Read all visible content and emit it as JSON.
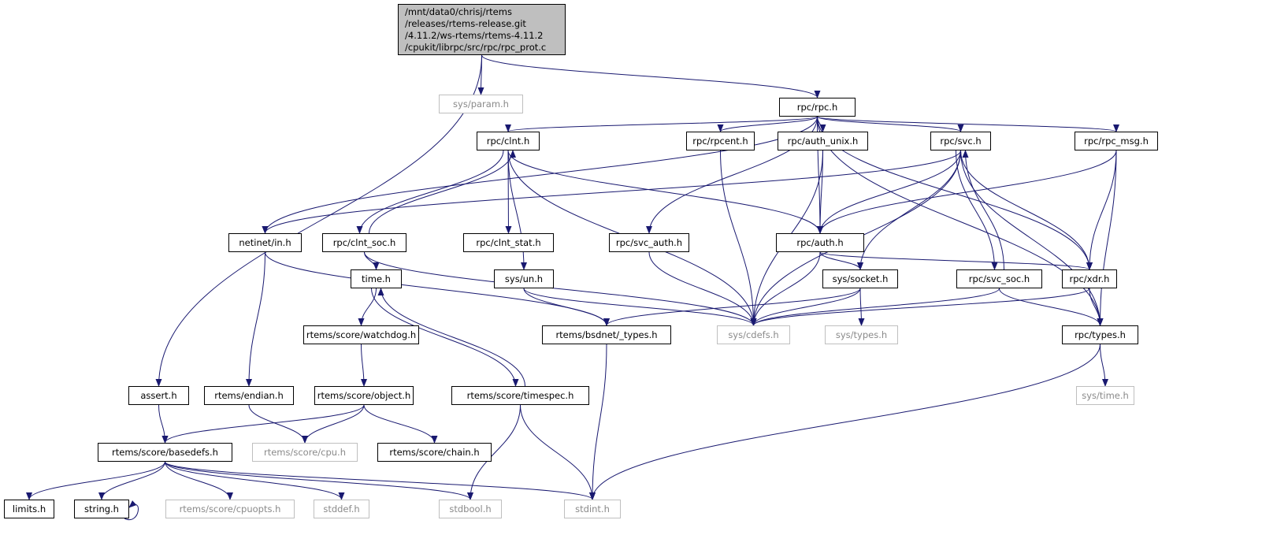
{
  "colors": {
    "edge": "#191970",
    "root_fill": "#bfbfbf",
    "external_border": "#bfbfbf"
  },
  "nodes": [
    {
      "id": "root",
      "label": "/mnt/data0/chrisj/rtems\n/releases/rtems-release.git\n/4.11.2/ws-rtems/rtems-4.11.2\n/cpukit/librpc/src/rpc/rpc_prot.c",
      "kind": "root"
    },
    {
      "id": "sys_param",
      "label": "sys/param.h",
      "kind": "external"
    },
    {
      "id": "rpc",
      "label": "rpc/rpc.h",
      "kind": "normal"
    },
    {
      "id": "assert",
      "label": "assert.h",
      "kind": "normal"
    },
    {
      "id": "clnt",
      "label": "rpc/clnt.h",
      "kind": "normal"
    },
    {
      "id": "rpcent",
      "label": "rpc/rpcent.h",
      "kind": "normal"
    },
    {
      "id": "auth_unix",
      "label": "rpc/auth_unix.h",
      "kind": "normal"
    },
    {
      "id": "svc",
      "label": "rpc/svc.h",
      "kind": "normal"
    },
    {
      "id": "rpc_msg",
      "label": "rpc/rpc_msg.h",
      "kind": "normal"
    },
    {
      "id": "netinet_in",
      "label": "netinet/in.h",
      "kind": "normal"
    },
    {
      "id": "clnt_soc",
      "label": "rpc/clnt_soc.h",
      "kind": "normal"
    },
    {
      "id": "clnt_stat",
      "label": "rpc/clnt_stat.h",
      "kind": "normal"
    },
    {
      "id": "svc_auth",
      "label": "rpc/svc_auth.h",
      "kind": "normal"
    },
    {
      "id": "auth",
      "label": "rpc/auth.h",
      "kind": "normal"
    },
    {
      "id": "time",
      "label": "time.h",
      "kind": "normal"
    },
    {
      "id": "sys_un",
      "label": "sys/un.h",
      "kind": "normal"
    },
    {
      "id": "sys_socket",
      "label": "sys/socket.h",
      "kind": "normal"
    },
    {
      "id": "svc_soc",
      "label": "rpc/svc_soc.h",
      "kind": "normal"
    },
    {
      "id": "xdr",
      "label": "rpc/xdr.h",
      "kind": "normal"
    },
    {
      "id": "watchdog",
      "label": "rtems/score/watchdog.h",
      "kind": "normal"
    },
    {
      "id": "bsdnet_types",
      "label": "rtems/bsdnet/_types.h",
      "kind": "normal"
    },
    {
      "id": "sys_cdefs",
      "label": "sys/cdefs.h",
      "kind": "external"
    },
    {
      "id": "sys_types",
      "label": "sys/types.h",
      "kind": "external"
    },
    {
      "id": "rpc_types",
      "label": "rpc/types.h",
      "kind": "normal"
    },
    {
      "id": "endian",
      "label": "rtems/endian.h",
      "kind": "normal"
    },
    {
      "id": "object",
      "label": "rtems/score/object.h",
      "kind": "normal"
    },
    {
      "id": "timespec",
      "label": "rtems/score/timespec.h",
      "kind": "normal"
    },
    {
      "id": "sys_time",
      "label": "sys/time.h",
      "kind": "external"
    },
    {
      "id": "basedefs",
      "label": "rtems/score/basedefs.h",
      "kind": "normal"
    },
    {
      "id": "cpu",
      "label": "rtems/score/cpu.h",
      "kind": "external"
    },
    {
      "id": "chain",
      "label": "rtems/score/chain.h",
      "kind": "normal"
    },
    {
      "id": "limits",
      "label": "limits.h",
      "kind": "normal"
    },
    {
      "id": "string",
      "label": "string.h",
      "kind": "normal"
    },
    {
      "id": "cpuopts",
      "label": "rtems/score/cpuopts.h",
      "kind": "external"
    },
    {
      "id": "stddef",
      "label": "stddef.h",
      "kind": "external"
    },
    {
      "id": "stdbool",
      "label": "stdbool.h",
      "kind": "external"
    },
    {
      "id": "stdint",
      "label": "stdint.h",
      "kind": "external"
    }
  ],
  "edges": [
    [
      "root",
      "sys_param"
    ],
    [
      "root",
      "rpc"
    ],
    [
      "root",
      "assert"
    ],
    [
      "rpc",
      "clnt"
    ],
    [
      "rpc",
      "rpcent"
    ],
    [
      "rpc",
      "auth_unix"
    ],
    [
      "rpc",
      "svc"
    ],
    [
      "rpc",
      "rpc_msg"
    ],
    [
      "rpc",
      "netinet_in"
    ],
    [
      "rpc",
      "svc_auth"
    ],
    [
      "rpc",
      "auth"
    ],
    [
      "rpc",
      "xdr"
    ],
    [
      "rpc",
      "rpc_types"
    ],
    [
      "clnt",
      "clnt_soc"
    ],
    [
      "clnt",
      "clnt_stat"
    ],
    [
      "clnt",
      "sys_un"
    ],
    [
      "clnt",
      "auth"
    ],
    [
      "clnt",
      "sys_cdefs"
    ],
    [
      "clnt_soc",
      "clnt"
    ],
    [
      "clnt_soc",
      "time"
    ],
    [
      "clnt_soc",
      "sys_cdefs"
    ],
    [
      "rpcent",
      "sys_cdefs"
    ],
    [
      "auth_unix",
      "auth"
    ],
    [
      "auth_unix",
      "sys_cdefs"
    ],
    [
      "svc",
      "netinet_in"
    ],
    [
      "svc",
      "auth"
    ],
    [
      "svc",
      "sys_socket"
    ],
    [
      "svc",
      "svc_soc"
    ],
    [
      "svc",
      "xdr"
    ],
    [
      "svc",
      "sys_cdefs"
    ],
    [
      "svc",
      "rpc_types"
    ],
    [
      "rpc_msg",
      "auth"
    ],
    [
      "rpc_msg",
      "xdr"
    ],
    [
      "rpc_msg",
      "rpc_types"
    ],
    [
      "netinet_in",
      "endian"
    ],
    [
      "netinet_in",
      "bsdnet_types"
    ],
    [
      "svc_auth",
      "sys_cdefs"
    ],
    [
      "auth",
      "sys_socket"
    ],
    [
      "auth",
      "xdr"
    ],
    [
      "auth",
      "sys_cdefs"
    ],
    [
      "time",
      "watchdog"
    ],
    [
      "time",
      "timespec"
    ],
    [
      "sys_un",
      "bsdnet_types"
    ],
    [
      "sys_un",
      "sys_cdefs"
    ],
    [
      "sys_socket",
      "bsdnet_types"
    ],
    [
      "sys_socket",
      "sys_cdefs"
    ],
    [
      "sys_socket",
      "sys_types"
    ],
    [
      "svc_soc",
      "svc"
    ],
    [
      "svc_soc",
      "sys_cdefs"
    ],
    [
      "svc_soc",
      "rpc_types"
    ],
    [
      "xdr",
      "rpc_types"
    ],
    [
      "xdr",
      "sys_cdefs"
    ],
    [
      "watchdog",
      "object"
    ],
    [
      "bsdnet_types",
      "stdint"
    ],
    [
      "rpc_types",
      "sys_time"
    ],
    [
      "rpc_types",
      "stdint"
    ],
    [
      "assert",
      "basedefs"
    ],
    [
      "endian",
      "cpu"
    ],
    [
      "object",
      "basedefs"
    ],
    [
      "object",
      "cpu"
    ],
    [
      "object",
      "chain"
    ],
    [
      "timespec",
      "time"
    ],
    [
      "timespec",
      "stdbool"
    ],
    [
      "timespec",
      "stdint"
    ],
    [
      "basedefs",
      "limits"
    ],
    [
      "basedefs",
      "string"
    ],
    [
      "basedefs",
      "cpuopts"
    ],
    [
      "basedefs",
      "stddef"
    ],
    [
      "basedefs",
      "stdbool"
    ],
    [
      "basedefs",
      "stdint"
    ],
    [
      "string",
      "string"
    ]
  ]
}
